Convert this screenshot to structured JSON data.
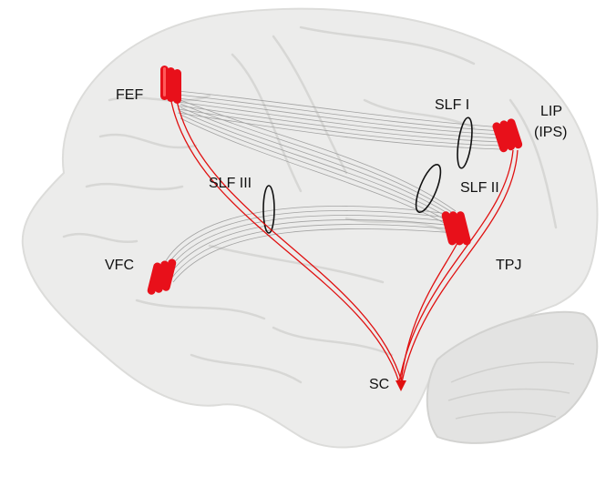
{
  "labels": {
    "fef": "FEF",
    "slf1": "SLF I",
    "lip_line1": "LIP",
    "lip_line2": "(IPS)",
    "slf3": "SLF III",
    "slf2": "SLF II",
    "vfc": "VFC",
    "tpj": "TPJ",
    "sc": "SC"
  },
  "colors": {
    "region": "#e8101a",
    "region_highlight": "#ff5a5a",
    "projection": "#e01010",
    "fiber": "#9a9a9a",
    "bundle_marker": "#111111",
    "brain_fill": "#ececeb",
    "brain_sulci": "#d7d7d5"
  }
}
